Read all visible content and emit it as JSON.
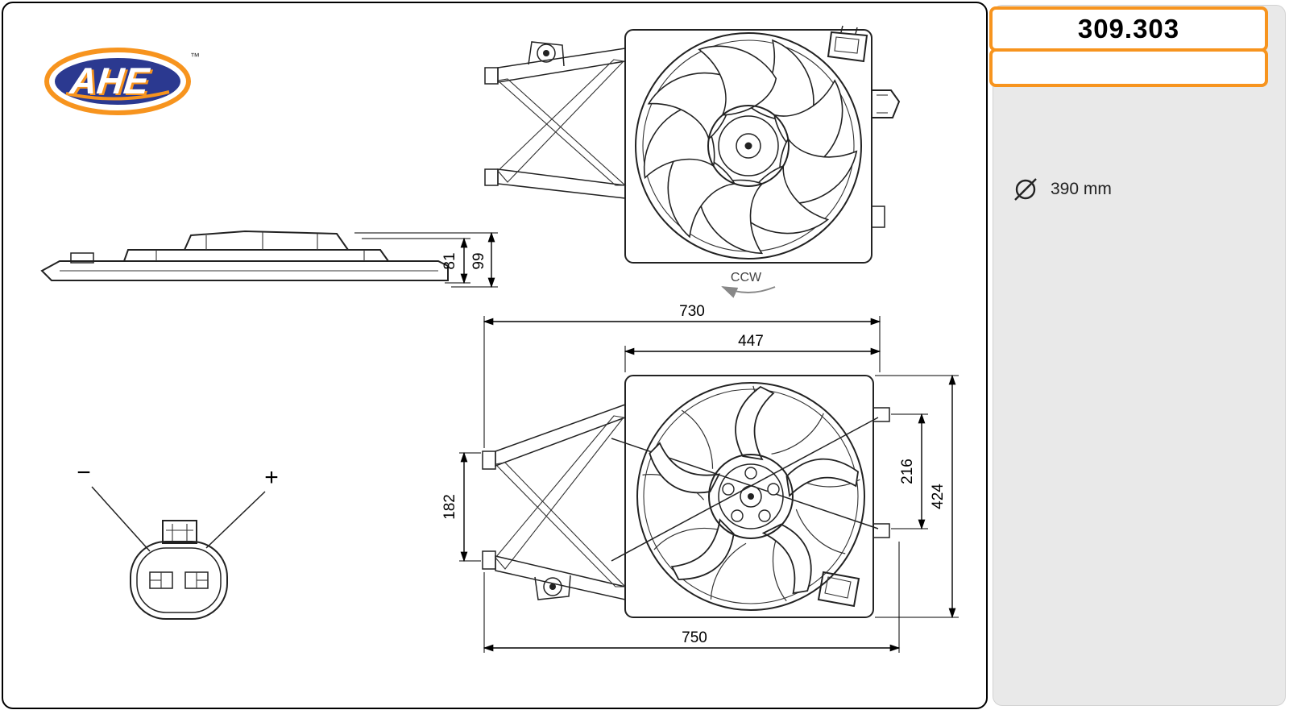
{
  "brand": {
    "logo_text": "AHE",
    "trademark": "™"
  },
  "info_panel": {
    "part_number": "309.303",
    "diameter_value": "390 mm"
  },
  "drawings": {
    "fan_front_top": {
      "rotation_label": "CCW"
    },
    "side_view": {
      "height_inner": "81",
      "height_outer": "99"
    },
    "assembly_view": {
      "width_top": "730",
      "width_inner": "447",
      "height_left": "182",
      "height_inner_right": "216",
      "height_outer_right": "424",
      "width_bottom": "750"
    },
    "connector": {
      "minus_label": "−",
      "plus_label": "+"
    }
  }
}
